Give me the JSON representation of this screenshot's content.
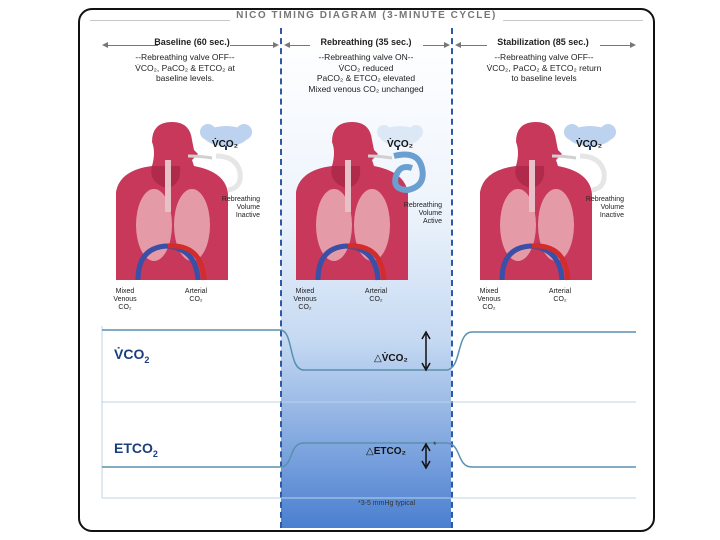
{
  "title": "NICO TIMING DIAGRAM (3-MINUTE CYCLE)",
  "phases": [
    {
      "name": "Baseline (60 sec.)",
      "lines": [
        "--Rebreathing valve OFF--",
        "V̇CO₂, PaCO₂ & ETCO₂ at",
        "baseline levels."
      ],
      "cloud": "V̇CO₂",
      "valve": [
        "Rebreathing",
        "Volume",
        "Inactive"
      ],
      "labels": {
        "venous": [
          "Mixed",
          "Venous",
          "CO₂"
        ],
        "arterial": [
          "Arterial",
          "CO₂"
        ]
      }
    },
    {
      "name": "Rebreathing (35 sec.)",
      "lines": [
        "--Rebreathing valve ON--",
        "V̇CO₂ reduced",
        "PaCO₂ & ETCO₂ elevated",
        "Mixed venous CO₂ unchanged"
      ],
      "cloud": "V̇CO₂",
      "valve": [
        "Rebreathing",
        "Volume",
        "Active"
      ],
      "labels": {
        "venous": [
          "Mixed",
          "Venous",
          "CO₂"
        ],
        "arterial": [
          "Arterial",
          "CO₂"
        ]
      }
    },
    {
      "name": "Stabilization (85 sec.)",
      "lines": [
        "--Rebreathing valve OFF--",
        "V̇CO₂, PaCO₂ & ETCO₂ return",
        "to baseline levels"
      ],
      "cloud": "V̇CO₂",
      "valve": [
        "Rebreathing",
        "Volume",
        "Inactive"
      ],
      "labels": {
        "venous": [
          "Mixed",
          "Venous",
          "CO₂"
        ],
        "arterial": [
          "Arterial",
          "CO₂"
        ]
      }
    }
  ],
  "traces": {
    "vco2": {
      "label": "V̇CO",
      "sub": "2",
      "delta": "△V̇CO₂"
    },
    "etco2": {
      "label": "ETCO",
      "sub": "2",
      "delta": "△ETCO₂",
      "mark": "*"
    }
  },
  "footnote": "*3-5 mmHg typical",
  "colors": {
    "body": "#c8385a",
    "shade": "#4a7fd0",
    "trace": "#5a8fb0",
    "divider": "#2d5aa8",
    "param": "#1c3f7c"
  }
}
